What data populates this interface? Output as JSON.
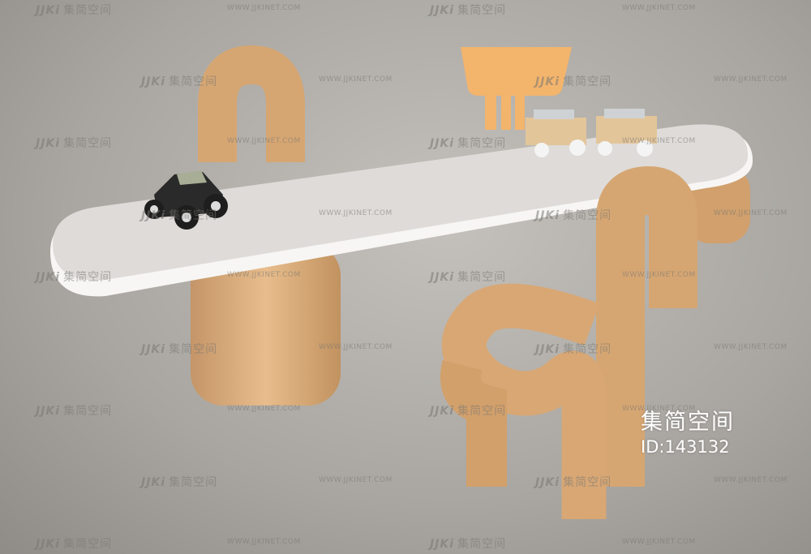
{
  "watermark": {
    "logo_mark": "JJKi",
    "logo_text": "集简空间",
    "url": "WWW.JJKINET.COM"
  },
  "brand": {
    "title": "集简空间",
    "id": "ID:143132"
  },
  "colors": {
    "pipe": "#d9a873",
    "tabletop": "#e6e3e0",
    "chair": "#f3b46c"
  }
}
